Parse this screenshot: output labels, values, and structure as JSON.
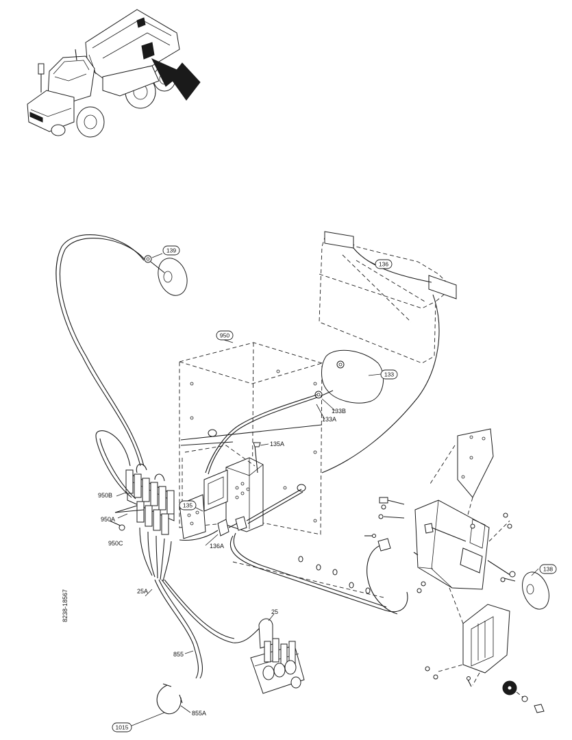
{
  "drawing_number": "8238-18567",
  "callouts": {
    "c139": "139",
    "c136": "136",
    "c950": "950",
    "c133": "133",
    "c133B": "133B",
    "c133A": "133A",
    "c135A": "135A",
    "c950B": "950B",
    "c135": "135",
    "c950A": "950A",
    "c950C": "950C",
    "c136A": "136A",
    "c138": "138",
    "c25A": "25A",
    "c25": "25",
    "c855": "855",
    "c855A": "855A",
    "c1015": "1015"
  },
  "icons": {
    "arrow": "pointer-arrow-icon",
    "truck": "articulated-dump-truck-icon"
  }
}
